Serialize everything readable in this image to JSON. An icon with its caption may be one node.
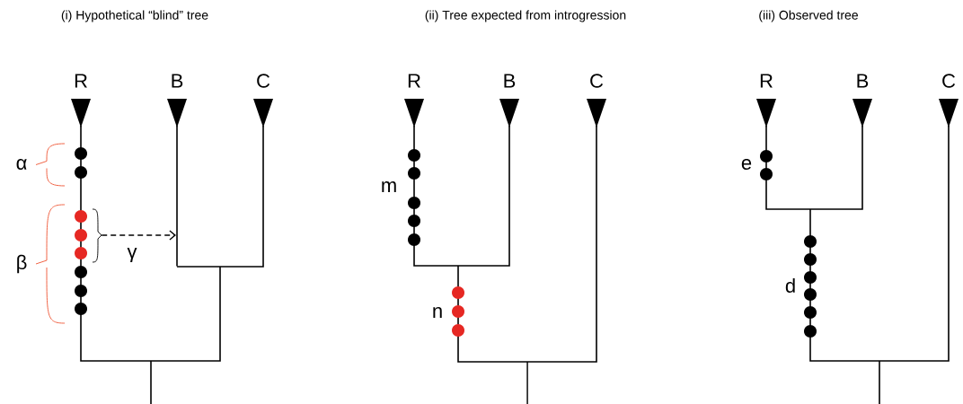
{
  "diagram": {
    "nodes": [
      {
        "text": [],
        "shape": "bracket"
      },
      {
        "text": [],
        "shape": "bar"
      }
    ],
    "edges": [
      {
        "from": 0,
        "to": 1,
        "arrow": "to",
        "style": "dashed",
        "label": "γ"
      }
    ],
    "labels": [
      "(i) Hypothetical “blind” tree",
      "(ii) Tree expected from introgression",
      "(iii) Observed tree",
      "R",
      "B",
      "C",
      "R",
      "B",
      "C",
      "R",
      "B",
      "C",
      "α",
      "β",
      "m",
      "n",
      "e",
      "d"
    ]
  }
}
